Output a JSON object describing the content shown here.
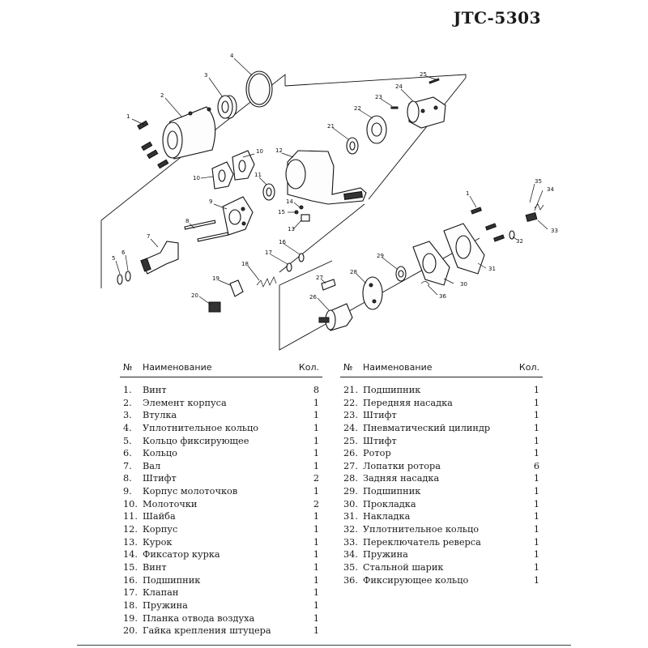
{
  "model": "JTC-5303",
  "diagram_labels": [
    "1",
    "2",
    "3",
    "4",
    "5",
    "6",
    "7",
    "8",
    "9",
    "10",
    "10",
    "11",
    "12",
    "13",
    "14",
    "15",
    "16",
    "17",
    "18",
    "19",
    "20",
    "21",
    "22",
    "23",
    "24",
    "25",
    "26",
    "27",
    "28",
    "29",
    "30",
    "31",
    "32",
    "33",
    "34",
    "35",
    "36",
    "1"
  ],
  "table": {
    "header": {
      "num": "№",
      "name": "Наименование",
      "qty": "Кол."
    },
    "left": [
      {
        "num": "1.",
        "name": "Винт",
        "qty": "8"
      },
      {
        "num": "2.",
        "name": "Элемент корпуса",
        "qty": "1"
      },
      {
        "num": "3.",
        "name": "Втулка",
        "qty": "1"
      },
      {
        "num": "4.",
        "name": "Уплотнительное кольцо",
        "qty": "1"
      },
      {
        "num": "5.",
        "name": "Кольцо фиксирующее",
        "qty": "1"
      },
      {
        "num": "6.",
        "name": "Кольцо",
        "qty": "1"
      },
      {
        "num": "7.",
        "name": "Вал",
        "qty": "1"
      },
      {
        "num": "8.",
        "name": "Штифт",
        "qty": "2"
      },
      {
        "num": "9.",
        "name": "Корпус молоточков",
        "qty": "1"
      },
      {
        "num": "10.",
        "name": "Молоточки",
        "qty": "2"
      },
      {
        "num": "11.",
        "name": "Шайба",
        "qty": "1"
      },
      {
        "num": "12.",
        "name": "Корпус",
        "qty": "1"
      },
      {
        "num": "13.",
        "name": "Курок",
        "qty": "1"
      },
      {
        "num": "14.",
        "name": "Фиксатор курка",
        "qty": "1"
      },
      {
        "num": "15.",
        "name": "Винт",
        "qty": "1"
      },
      {
        "num": "16.",
        "name": "Подшипник",
        "qty": "1"
      },
      {
        "num": "17.",
        "name": "Клапан",
        "qty": "1"
      },
      {
        "num": "18.",
        "name": "Пружина",
        "qty": "1"
      },
      {
        "num": "19.",
        "name": "Планка отвода воздуха",
        "qty": "1"
      },
      {
        "num": "20.",
        "name": "Гайка крепления штуцера",
        "qty": "1"
      }
    ],
    "right": [
      {
        "num": "21.",
        "name": "Подшипник",
        "qty": "1"
      },
      {
        "num": "22.",
        "name": "Передняя насадка",
        "qty": "1"
      },
      {
        "num": "23.",
        "name": "Штифт",
        "qty": "1"
      },
      {
        "num": "24.",
        "name": "Пневматический цилиндр",
        "qty": "1"
      },
      {
        "num": "25.",
        "name": "Штифт",
        "qty": "1"
      },
      {
        "num": "26.",
        "name": "Ротор",
        "qty": "1"
      },
      {
        "num": "27.",
        "name": "Лопатки ротора",
        "qty": "6"
      },
      {
        "num": "28.",
        "name": "Задняя насадка",
        "qty": "1"
      },
      {
        "num": "29.",
        "name": "Подшипник",
        "qty": "1"
      },
      {
        "num": "30.",
        "name": "Прокладка",
        "qty": "1"
      },
      {
        "num": "31.",
        "name": "Накладка",
        "qty": "1"
      },
      {
        "num": "32.",
        "name": "Уплотнительное кольцо",
        "qty": "1"
      },
      {
        "num": "33.",
        "name": "Переключатель реверса",
        "qty": "1"
      },
      {
        "num": "34.",
        "name": "Пружина",
        "qty": "1"
      },
      {
        "num": "35.",
        "name": "Стальной шарик",
        "qty": "1"
      },
      {
        "num": "36.",
        "name": "Фиксирующее кольцо",
        "qty": "1"
      }
    ]
  }
}
